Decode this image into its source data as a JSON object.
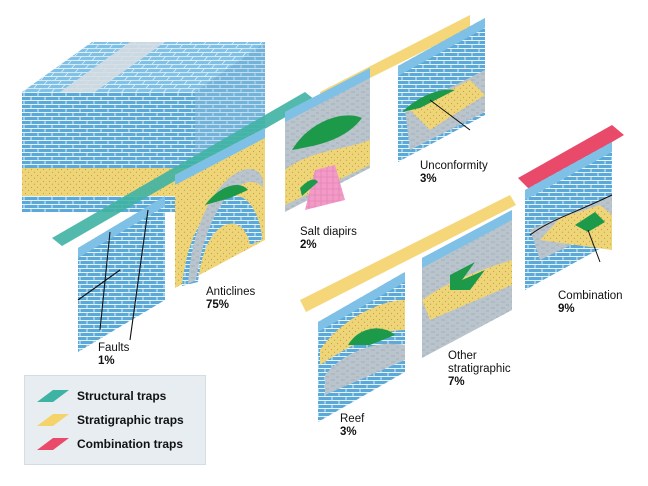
{
  "colors": {
    "limestone": "#5aa9d8",
    "limestone_dark": "#3d8fc0",
    "shale": "#b9c4cc",
    "shale_dark": "#9eabb4",
    "sand": "#efd57a",
    "sand_dot": "#c9a233",
    "oil": "#1c9a4a",
    "salt": "#f29bc7",
    "structural": "#3fb3a3",
    "stratigraphic": "#f4d36a",
    "combination": "#e94a6a"
  },
  "labels": {
    "faults": {
      "name": "Faults",
      "pct": "1%"
    },
    "anticlines": {
      "name": "Anticlines",
      "pct": "75%"
    },
    "salt_diapirs": {
      "name": "Salt diapirs",
      "pct": "2%"
    },
    "unconformity": {
      "name": "Unconformity",
      "pct": "3%"
    },
    "combination": {
      "name": "Combination",
      "pct": "9%"
    },
    "reef": {
      "name": "Reef",
      "pct": "3%"
    },
    "other_strat_1": {
      "name": "Other",
      "pct": ""
    },
    "other_strat_2": {
      "name": "stratigraphic",
      "pct": "7%"
    }
  },
  "legend": {
    "structural": "Structural traps",
    "stratigraphic": "Stratigraphic traps",
    "combination": "Combination traps"
  }
}
